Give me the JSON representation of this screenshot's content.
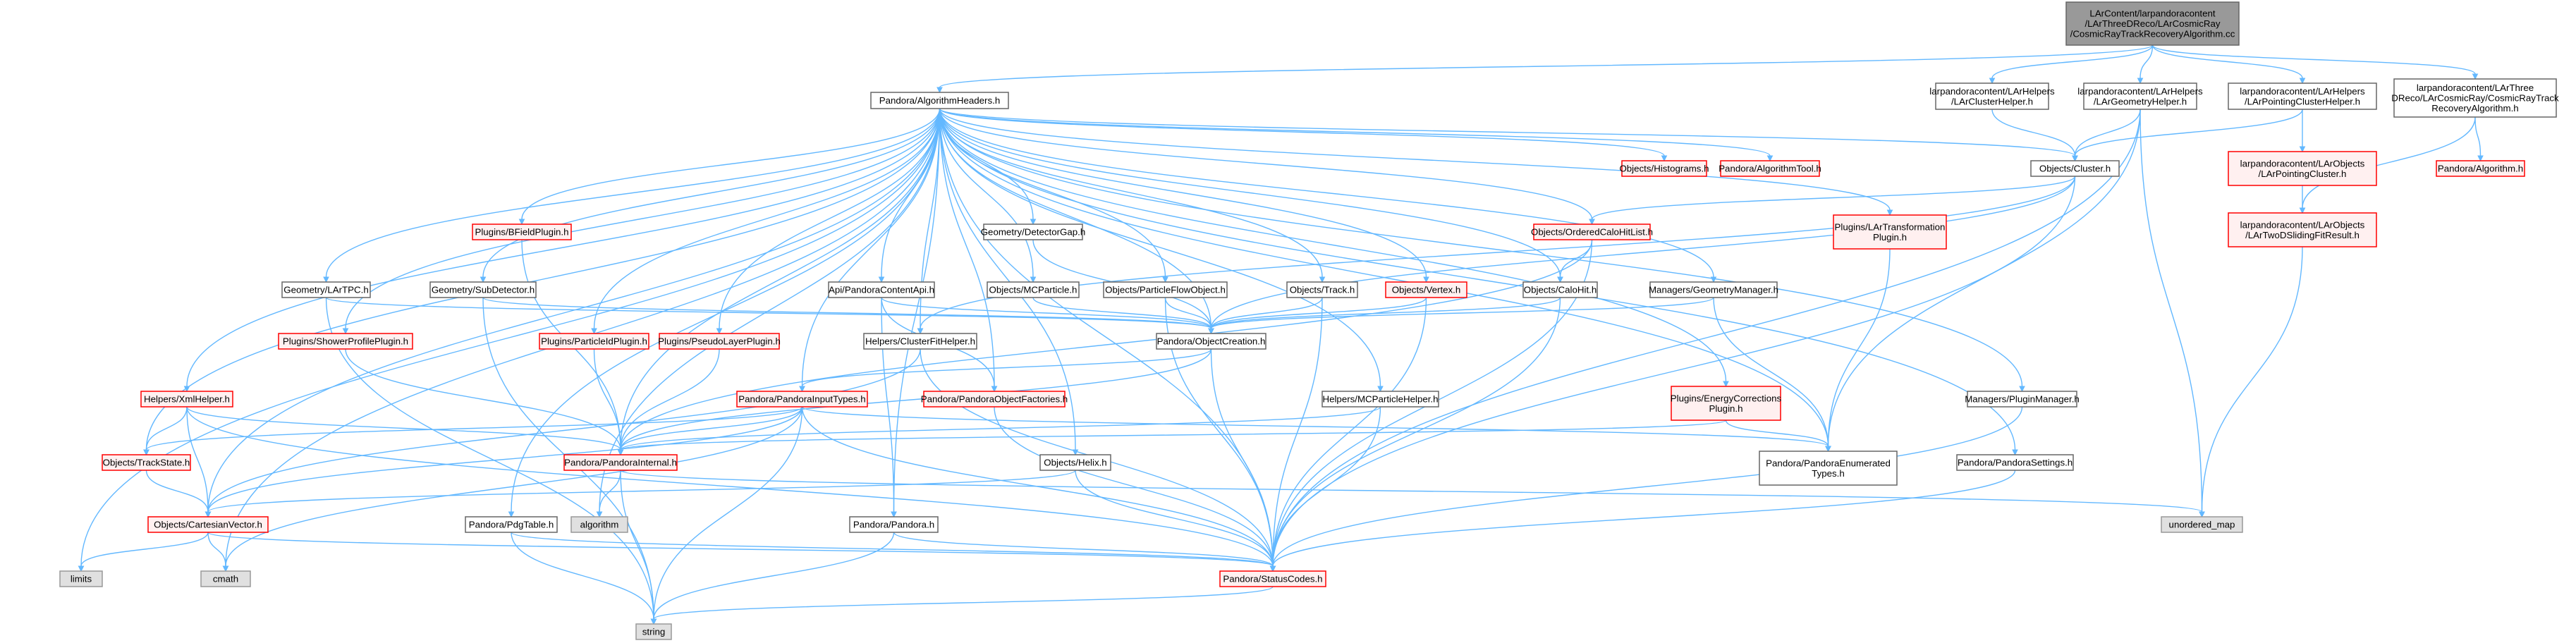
{
  "colors": {
    "edge": "#63b8ff",
    "node_border": "#666666",
    "node_fill": "#ffffff",
    "missing_border": "#ff0000",
    "missing_fill": "#fff0f0",
    "missing_text": "#ff0000",
    "external_fill": "#e0e0e0",
    "external_border": "#999999",
    "root_fill": "#999999",
    "root_border": "#666666"
  },
  "nodes": [
    {
      "id": "root",
      "label": [
        "LArContent/larpandoracontent",
        "/LArThreeDReco/LArCosmicRay",
        "/CosmicRayTrackRecoveryAlgorithm.cc"
      ],
      "kind": "root"
    },
    {
      "id": "algheaders",
      "label": [
        "Pandora/AlgorithmHeaders.h"
      ],
      "kind": "normal"
    },
    {
      "id": "clusterhelper",
      "label": [
        "larpandoracontent/LArHelpers",
        "/LArClusterHelper.h"
      ],
      "kind": "normal"
    },
    {
      "id": "geomhelper",
      "label": [
        "larpandoracontent/LArHelpers",
        "/LArGeometryHelper.h"
      ],
      "kind": "normal"
    },
    {
      "id": "pointingclusterhelper",
      "label": [
        "larpandoracontent/LArHelpers",
        "/LArPointingClusterHelper.h"
      ],
      "kind": "normal"
    },
    {
      "id": "crtrackreco",
      "label": [
        "larpandoracontent/LArThree",
        "DReco/LArCosmicRay/CosmicRayTrack",
        "RecoveryAlgorithm.h"
      ],
      "kind": "normal"
    },
    {
      "id": "histograms",
      "label": [
        "Objects/Histograms.h"
      ],
      "kind": "missing"
    },
    {
      "id": "algtool",
      "label": [
        "Pandora/AlgorithmTool.h"
      ],
      "kind": "missing"
    },
    {
      "id": "cluster",
      "label": [
        "Objects/Cluster.h"
      ],
      "kind": "normal"
    },
    {
      "id": "algorithm",
      "label": [
        "Pandora/Algorithm.h"
      ],
      "kind": "missing"
    },
    {
      "id": "pointingcluster",
      "label": [
        "larpandoracontent/LArObjects",
        "/LArPointingCluster.h"
      ],
      "kind": "missing"
    },
    {
      "id": "twodfit",
      "label": [
        "larpandoracontent/LArObjects",
        "/LArTwoDSlidingFitResult.h"
      ],
      "kind": "missing"
    },
    {
      "id": "bfield",
      "label": [
        "Plugins/BFieldPlugin.h"
      ],
      "kind": "missing"
    },
    {
      "id": "detectorgap",
      "label": [
        "Geometry/DetectorGap.h"
      ],
      "kind": "normal"
    },
    {
      "id": "orderedcalohitlist",
      "label": [
        "Objects/OrderedCaloHitList.h"
      ],
      "kind": "missing"
    },
    {
      "id": "transformation",
      "label": [
        "Plugins/LArTransformation",
        "Plugin.h"
      ],
      "kind": "missing"
    },
    {
      "id": "lartpc",
      "label": [
        "Geometry/LArTPC.h"
      ],
      "kind": "normal"
    },
    {
      "id": "subdetector",
      "label": [
        "Geometry/SubDetector.h"
      ],
      "kind": "normal"
    },
    {
      "id": "apicontent",
      "label": [
        "Api/PandoraContentApi.h"
      ],
      "kind": "normal"
    },
    {
      "id": "mcparticle",
      "label": [
        "Objects/MCParticle.h"
      ],
      "kind": "normal"
    },
    {
      "id": "pfo",
      "label": [
        "Objects/ParticleFlowObject.h"
      ],
      "kind": "normal"
    },
    {
      "id": "track",
      "label": [
        "Objects/Track.h"
      ],
      "kind": "normal"
    },
    {
      "id": "vertex",
      "label": [
        "Objects/Vertex.h"
      ],
      "kind": "missing"
    },
    {
      "id": "calohit",
      "label": [
        "Objects/CaloHit.h"
      ],
      "kind": "normal"
    },
    {
      "id": "geommanager",
      "label": [
        "Managers/GeometryManager.h"
      ],
      "kind": "normal"
    },
    {
      "id": "showerprofile",
      "label": [
        "Plugins/ShowerProfilePlugin.h"
      ],
      "kind": "missing"
    },
    {
      "id": "particleid",
      "label": [
        "Plugins/ParticleIdPlugin.h"
      ],
      "kind": "missing"
    },
    {
      "id": "pseudolayer",
      "label": [
        "Plugins/PseudoLayerPlugin.h"
      ],
      "kind": "missing"
    },
    {
      "id": "clusterfithelper",
      "label": [
        "Helpers/ClusterFitHelper.h"
      ],
      "kind": "normal"
    },
    {
      "id": "objectcreation",
      "label": [
        "Pandora/ObjectCreation.h"
      ],
      "kind": "normal"
    },
    {
      "id": "energycorr",
      "label": [
        "Plugins/EnergyCorrections",
        "Plugin.h"
      ],
      "kind": "missing"
    },
    {
      "id": "xmlhelper",
      "label": [
        "Helpers/XmlHelper.h"
      ],
      "kind": "missing"
    },
    {
      "id": "inputtypes",
      "label": [
        "Pandora/PandoraInputTypes.h"
      ],
      "kind": "missing"
    },
    {
      "id": "objectfactories",
      "label": [
        "Pandora/PandoraObjectFactories.h"
      ],
      "kind": "missing"
    },
    {
      "id": "mcparticlehelper",
      "label": [
        "Helpers/MCParticleHelper.h"
      ],
      "kind": "normal"
    },
    {
      "id": "pluginmanager",
      "label": [
        "Managers/PluginManager.h"
      ],
      "kind": "normal"
    },
    {
      "id": "trackstate",
      "label": [
        "Objects/TrackState.h"
      ],
      "kind": "missing"
    },
    {
      "id": "pandorainternal",
      "label": [
        "Pandora/PandoraInternal.h"
      ],
      "kind": "missing"
    },
    {
      "id": "enumeratedtypes",
      "label": [
        "Pandora/PandoraEnumerated",
        "Types.h"
      ],
      "kind": "normal"
    },
    {
      "id": "helix",
      "label": [
        "Objects/Helix.h"
      ],
      "kind": "normal"
    },
    {
      "id": "pandorasettings",
      "label": [
        "Pandora/PandoraSettings.h"
      ],
      "kind": "normal"
    },
    {
      "id": "cartesian",
      "label": [
        "Objects/CartesianVector.h"
      ],
      "kind": "missing"
    },
    {
      "id": "pdgtable",
      "label": [
        "Pandora/PdgTable.h"
      ],
      "kind": "normal"
    },
    {
      "id": "algorithmstd",
      "label": [
        "algorithm"
      ],
      "kind": "external"
    },
    {
      "id": "pandora",
      "label": [
        "Pandora/Pandora.h"
      ],
      "kind": "normal"
    },
    {
      "id": "unorderedmap",
      "label": [
        "unordered_map"
      ],
      "kind": "external"
    },
    {
      "id": "limits",
      "label": [
        "limits"
      ],
      "kind": "external"
    },
    {
      "id": "cmath",
      "label": [
        "cmath"
      ],
      "kind": "external"
    },
    {
      "id": "statuscodes",
      "label": [
        "Pandora/StatusCodes.h"
      ],
      "kind": "missing"
    },
    {
      "id": "string",
      "label": [
        "string"
      ],
      "kind": "external"
    }
  ]
}
